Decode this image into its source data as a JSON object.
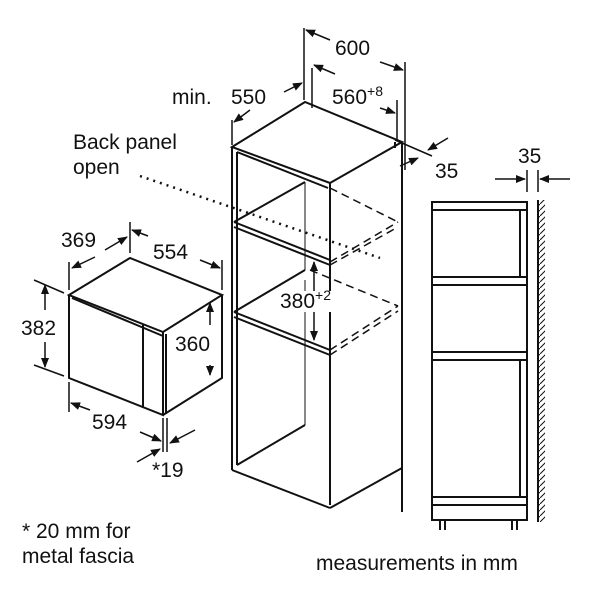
{
  "dimensions": {
    "cabinet_width": "600",
    "cabinet_depth_min_prefix": "min.",
    "cabinet_depth_min": "550",
    "niche_width": "560",
    "niche_width_tolerance": "+8",
    "front_offset": "35",
    "niche_height": "380",
    "niche_height_tolerance": "+2",
    "side_gap": "35",
    "appliance_depth": "369",
    "appliance_width_top": "554",
    "appliance_height": "382",
    "appliance_body_height": "360",
    "appliance_width": "594",
    "fascia_depth": "*19"
  },
  "labels": {
    "back_panel": "Back panel",
    "back_panel_2": "open",
    "footnote_1": "* 20 mm for",
    "footnote_2": "metal fascia",
    "units": "measurements in mm"
  },
  "colors": {
    "line": "#111111"
  }
}
